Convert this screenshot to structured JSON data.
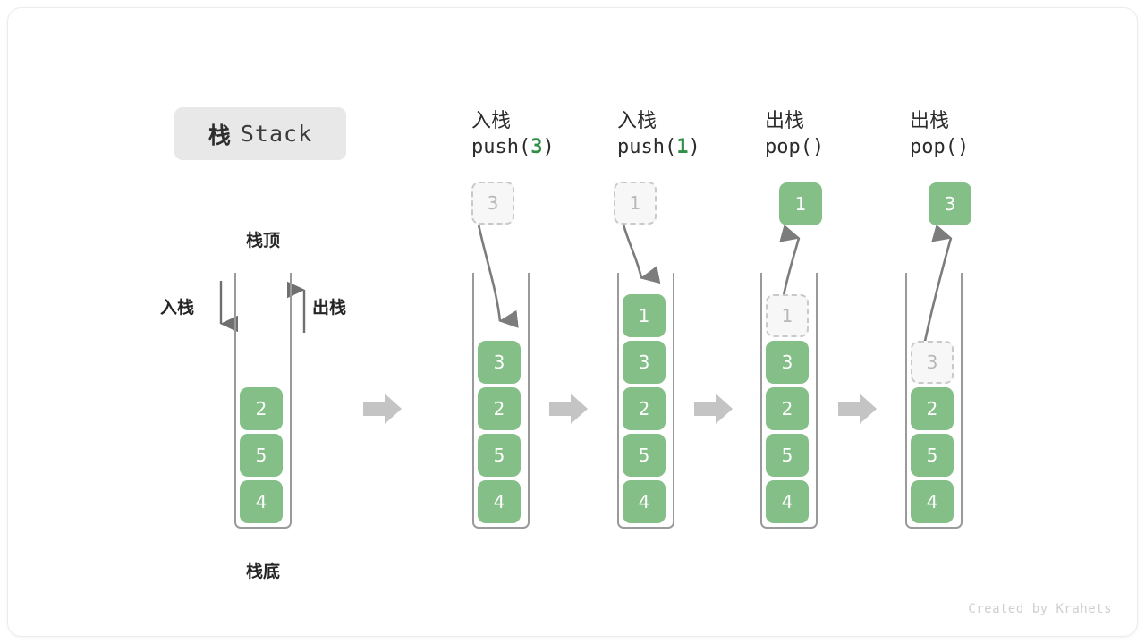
{
  "title": {
    "cn": "栈",
    "en": "Stack"
  },
  "labels": {
    "top": "栈顶",
    "bottom": "栈底",
    "push": "入栈",
    "pop": "出栈"
  },
  "colors": {
    "element_green": "#84bf88",
    "ghost_fill": "#f7f7f7",
    "ghost_border": "#c9c9c9",
    "arrow_gray": "#6f6f6f",
    "block_arrow_gray": "#c4c4c4",
    "badge_bg": "#e8e8e8",
    "code_accent": "#2f8f46"
  },
  "columns": [
    {
      "id": "initial",
      "head_cn": "",
      "head_code": "",
      "head_arg": "",
      "stack": [
        "2",
        "5",
        "4"
      ],
      "ghost_top": null,
      "floating_cell": null,
      "side_labels": {
        "left": "入栈",
        "right": "出栈"
      }
    },
    {
      "id": "push-3",
      "head_cn": "入栈",
      "head_code_prefix": "push(",
      "head_arg": "3",
      "head_code_suffix": ")",
      "incoming_ghost": "3",
      "stack": [
        "3",
        "2",
        "5",
        "4"
      ],
      "ghost_top": null
    },
    {
      "id": "push-1",
      "head_cn": "入栈",
      "head_code_prefix": "push(",
      "head_arg": "1",
      "head_code_suffix": ")",
      "incoming_ghost": "1",
      "stack": [
        "1",
        "3",
        "2",
        "5",
        "4"
      ],
      "ghost_top": null
    },
    {
      "id": "pop-1",
      "head_cn": "出栈",
      "head_code_prefix": "pop(",
      "head_arg": "",
      "head_code_suffix": ")",
      "popped_cell": "1",
      "ghost_top": "1",
      "stack": [
        "3",
        "2",
        "5",
        "4"
      ]
    },
    {
      "id": "pop-3",
      "head_cn": "出栈",
      "head_code_prefix": "pop(",
      "head_arg": "",
      "head_code_suffix": ")",
      "popped_cell": "3",
      "ghost_top": "3",
      "stack": [
        "2",
        "5",
        "4"
      ]
    }
  ],
  "watermark": "Created by Krahets"
}
